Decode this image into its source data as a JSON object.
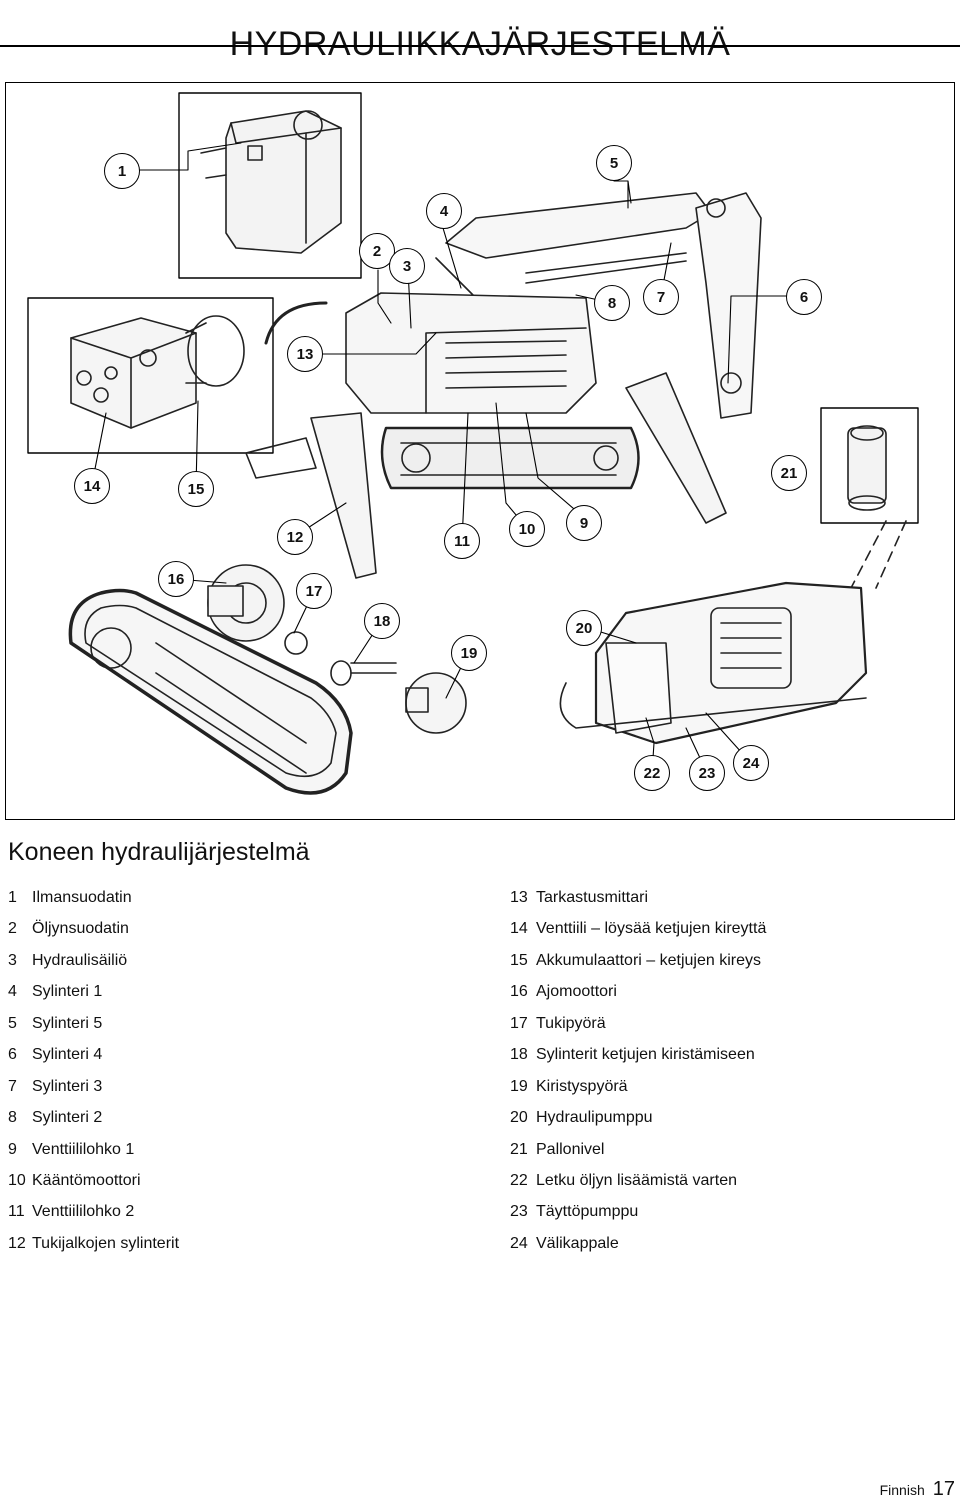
{
  "page": {
    "title": "HYDRAULIIKKAJÄRJESTELMÄ",
    "footer_language": "Finnish",
    "footer_page": "17"
  },
  "figure": {
    "callouts": [
      "1",
      "2",
      "3",
      "4",
      "5",
      "6",
      "7",
      "8",
      "9",
      "10",
      "11",
      "12",
      "13",
      "14",
      "15",
      "16",
      "17",
      "18",
      "19",
      "20",
      "21",
      "22",
      "23",
      "24"
    ]
  },
  "section": {
    "heading": "Koneen hydraulijärjestelmä"
  },
  "legend": {
    "left": [
      {
        "num": "1",
        "text": "Ilmansuodatin"
      },
      {
        "num": "2",
        "text": "Öljynsuodatin"
      },
      {
        "num": "3",
        "text": "Hydraulisäiliö"
      },
      {
        "num": "4",
        "text": "Sylinteri 1"
      },
      {
        "num": "5",
        "text": "Sylinteri 5"
      },
      {
        "num": "6",
        "text": "Sylinteri 4"
      },
      {
        "num": "7",
        "text": "Sylinteri 3"
      },
      {
        "num": "8",
        "text": "Sylinteri 2"
      },
      {
        "num": "9",
        "text": "Venttiililohko 1"
      },
      {
        "num": "10",
        "text": "Kääntömoottori"
      },
      {
        "num": "11",
        "text": "Venttiililohko 2"
      },
      {
        "num": "12",
        "text": "Tukijalkojen sylinterit"
      }
    ],
    "right": [
      {
        "num": "13",
        "text": "Tarkastusmittari"
      },
      {
        "num": "14",
        "text": "Venttiili – löysää ketjujen kireyttä"
      },
      {
        "num": "15",
        "text": "Akkumulaattori – ketjujen kireys"
      },
      {
        "num": "16",
        "text": "Ajomoottori"
      },
      {
        "num": "17",
        "text": "Tukipyörä"
      },
      {
        "num": "18",
        "text": "Sylinterit ketjujen kiristämiseen"
      },
      {
        "num": "19",
        "text": "Kiristyspyörä"
      },
      {
        "num": "20",
        "text": "Hydraulipumppu"
      },
      {
        "num": "21",
        "text": "Pallonivel"
      },
      {
        "num": "22",
        "text": "Letku öljyn lisäämistä varten"
      },
      {
        "num": "23",
        "text": "Täyttöpumppu"
      },
      {
        "num": "24",
        "text": "Välikappale"
      }
    ]
  }
}
